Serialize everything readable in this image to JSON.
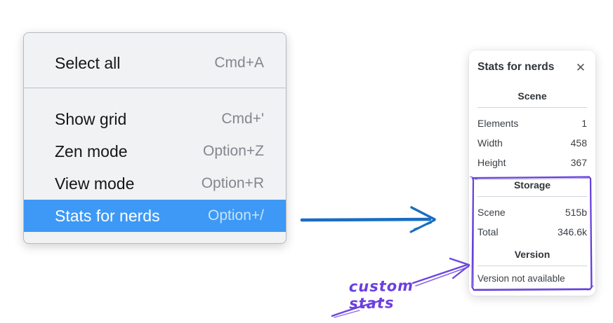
{
  "colors": {
    "menu_bg": "#f1f2f4",
    "menu_border": "#b5bac1",
    "menu_text": "#161616",
    "shortcut_text": "#82878d",
    "highlight_bg": "#3d99f5",
    "highlight_text": "#ffffff",
    "panel_text": "#343a40",
    "panel_divider": "#cfd6dc",
    "arrow_blue": "#1a6dc0",
    "annotation_violet": "#6741d9"
  },
  "context_menu": {
    "items": [
      {
        "label": "Select all",
        "shortcut": "Cmd+A",
        "selected": false
      },
      {
        "label": "Show grid",
        "shortcut": "Cmd+'",
        "selected": false
      },
      {
        "label": "Zen mode",
        "shortcut": "Option+Z",
        "selected": false
      },
      {
        "label": "View mode",
        "shortcut": "Option+R",
        "selected": false
      },
      {
        "label": "Stats for nerds",
        "shortcut": "Option+/",
        "selected": true
      }
    ]
  },
  "stats_panel": {
    "title": "Stats for nerds",
    "close_icon": "✕",
    "scene": {
      "heading": "Scene",
      "rows": [
        {
          "label": "Elements",
          "value": "1"
        },
        {
          "label": "Width",
          "value": "458"
        },
        {
          "label": "Height",
          "value": "367"
        }
      ]
    },
    "storage": {
      "heading": "Storage",
      "rows": [
        {
          "label": "Scene",
          "value": "515b"
        },
        {
          "label": "Total",
          "value": "346.6k"
        }
      ]
    },
    "version": {
      "heading": "Version",
      "note": "Version not available"
    }
  },
  "annotation": {
    "label": "custom stats"
  }
}
